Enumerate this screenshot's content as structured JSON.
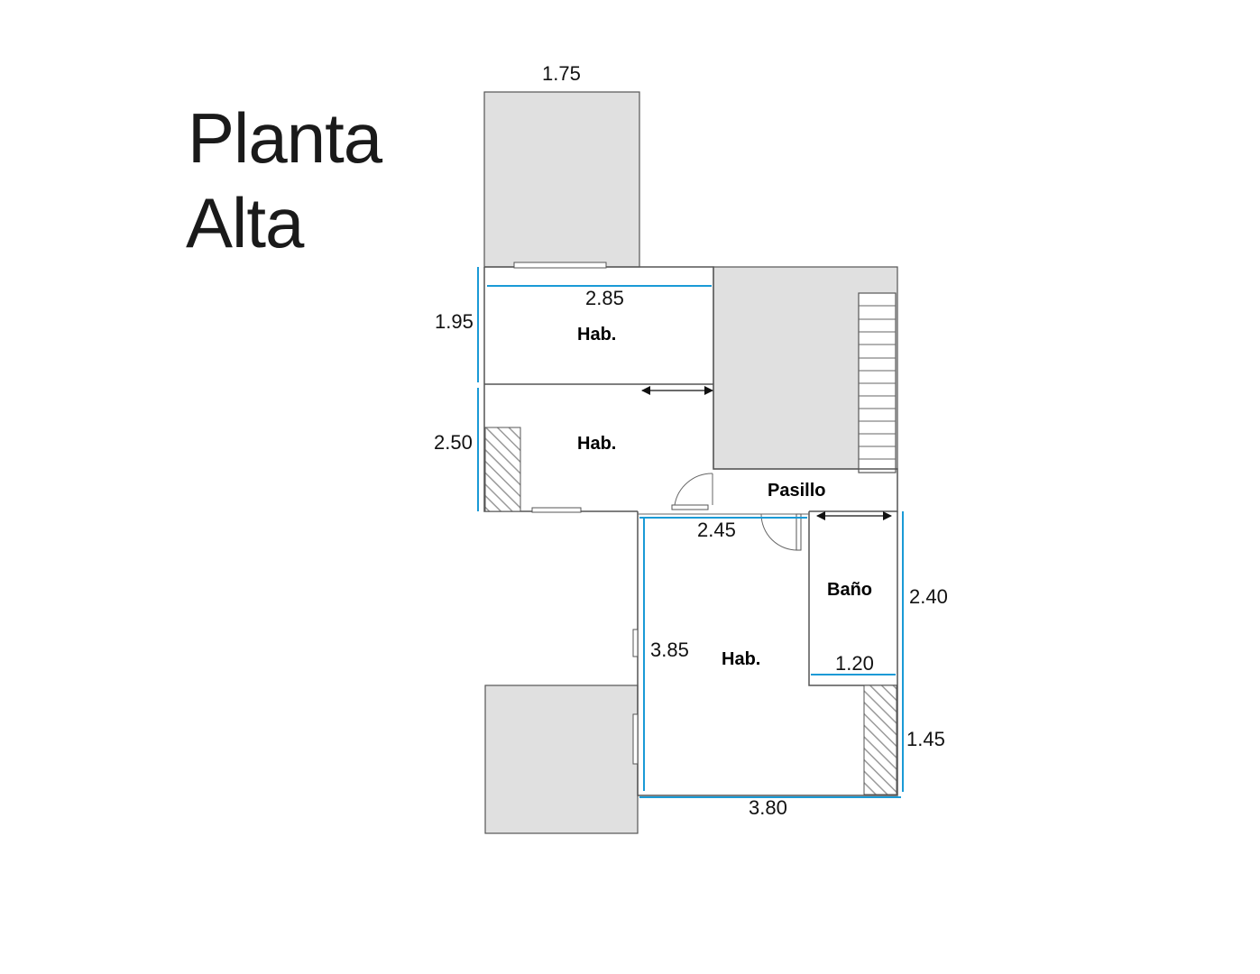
{
  "title": {
    "line1": "Planta",
    "line2": "Alta"
  },
  "dimensions": {
    "top_width": "1.75",
    "room1_width": "2.85",
    "room1_height": "1.95",
    "room2_height": "2.50",
    "hall_width": "2.45",
    "bath_height": "2.40",
    "bath_width": "1.20",
    "room3_height": "3.85",
    "closet_height": "1.45",
    "room3_width": "3.80"
  },
  "rooms": {
    "room1": "Hab.",
    "room2": "Hab.",
    "room3": "Hab.",
    "hall": "Pasillo",
    "bath": "Baño"
  },
  "colors": {
    "dimension_line": "#1a9ad6",
    "shaded_area": "#e0e0e0",
    "wall": "#555555"
  }
}
